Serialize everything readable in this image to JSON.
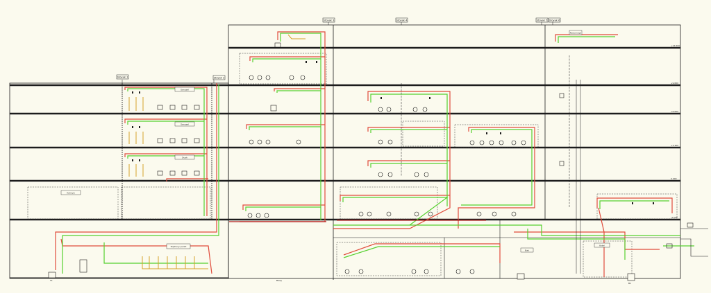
{
  "drawing": {
    "title": "Plumbing riser schematic (building section)",
    "colors": {
      "background": "#fbfaee",
      "structure": "#1c1c1c",
      "hot_water": "#e04a3a",
      "cold_water": "#55d02e",
      "return_line": "#d6a12a",
      "fixtures": "#222222",
      "hatch": "#b01d1d"
    }
  },
  "headers": {
    "section_a": "Stoyak 1",
    "section_b": "Stoyak 2",
    "section_c": "Stoyak 3",
    "section_d": "Stoyak 4",
    "section_e": "Stoyak 5",
    "section_f": "Stoyak 6"
  },
  "room_labels": {
    "room_1": "Sanuzel",
    "room_2": "Sanuzel",
    "room_3": "Dush",
    "room_4": "Kuhnya",
    "room_5": "Teplovoy punkt",
    "room_6": "Nasosnaya",
    "room_7": "Bak",
    "room_8": "Kotel"
  },
  "level_marks": {
    "l1": "+12.600",
    "l2": "+9.600",
    "l3": "+6.600",
    "l4": "+3.300",
    "l5": "0.000",
    "l6": "-3.000"
  },
  "notes": {
    "bottom_center": "Ввод",
    "bottom_left": "Т1",
    "bottom_right": "В1"
  }
}
